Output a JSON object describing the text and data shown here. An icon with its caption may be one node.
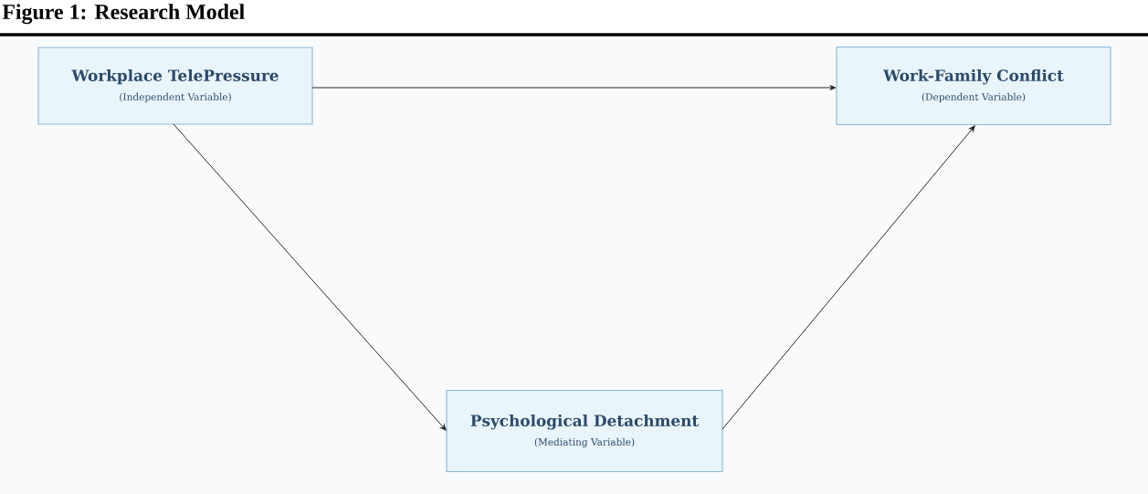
{
  "diagram": {
    "title": "Figure 1: Research Model",
    "nodes": [
      {
        "text": [
          "Workplace TelePressure",
          "(Independent Variable)"
        ]
      },
      {
        "text": [
          "Work-Family Conflict",
          "(Dependent Variable)"
        ]
      },
      {
        "text": [
          "Psychological Detachment",
          "(Mediating Variable)"
        ]
      }
    ],
    "edges": [
      {
        "from": 0,
        "to": 1,
        "arrow": "to"
      },
      {
        "from": 0,
        "to": 2,
        "arrow": "to"
      },
      {
        "from": 2,
        "to": 1,
        "arrow": "to"
      }
    ]
  }
}
